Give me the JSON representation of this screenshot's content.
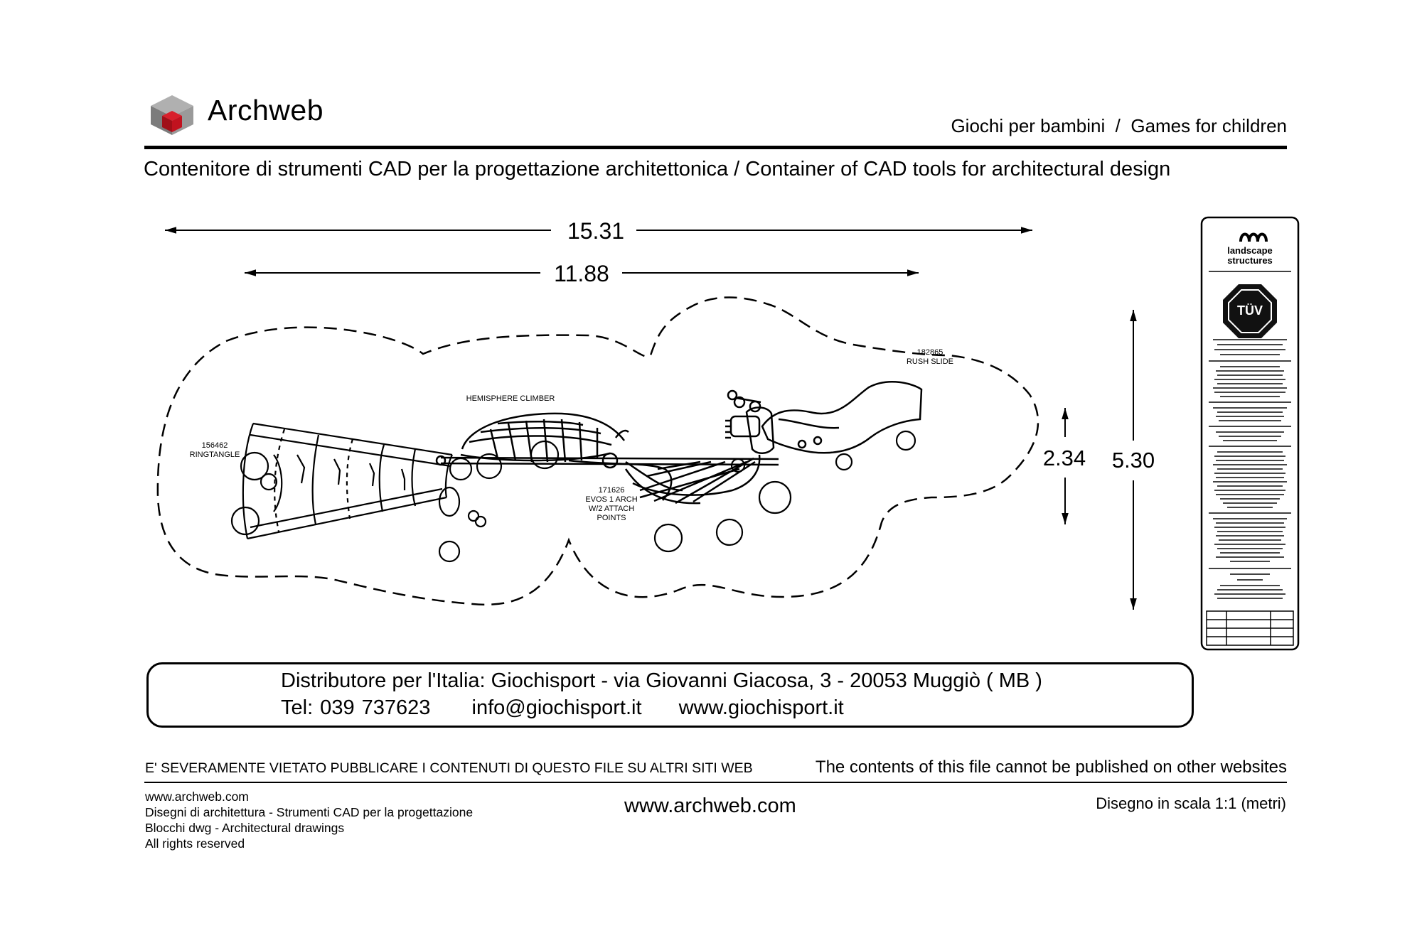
{
  "header": {
    "logo_text": "Archweb",
    "category": "Giochi per bambini  /  Games for children",
    "subtitle": "Contenitore di strumenti CAD per la progettazione architettonica  /  Container of CAD tools for architectural design"
  },
  "drawing": {
    "dimensions": {
      "overall_length": "15.31",
      "equipment_length": "11.88",
      "equipment_width": "2.34",
      "overall_width": "5.30"
    },
    "labels": {
      "ringtangle_code": "156462",
      "ringtangle_name": "RINGTANGLE",
      "hemisphere": "HEMISPHERE CLIMBER",
      "arch_code": "171626",
      "arch_line1": "EVOS 1 ARCH",
      "arch_line2": "W/2 ATTACH",
      "arch_line3": "POINTS",
      "slide_code": "182865",
      "slide_name": "RUSH SLIDE"
    }
  },
  "titleblock": {
    "brand_line1": "landscape",
    "brand_line2": "structures",
    "tuv": "TÜV"
  },
  "distributor": {
    "line1": "Distributore per l'Italia:  Giochisport - via Giovanni Giacosa, 3 - 20053 Muggiò  ( MB )",
    "phone": "Tel: 039 737623",
    "email": "info@giochisport.it",
    "web": "www.giochisport.it"
  },
  "notice": {
    "it": "E' SEVERAMENTE VIETATO PUBBLICARE I CONTENUTI DI QUESTO FILE SU ALTRI SITI WEB",
    "en": "The contents of this file cannot be published on other websites"
  },
  "footer": {
    "site": "www.archweb.com",
    "line2": "Disegni di architettura - Strumenti CAD  per la progettazione",
    "line3": "Blocchi dwg - Architectural drawings",
    "line4": "All rights reserved",
    "center_site": "www.archweb.com",
    "scale": "Disegno in scala 1:1 (metri)"
  },
  "colors": {
    "logo_red": "#c1121f",
    "logo_grey": "#8a8a8a",
    "ink": "#000000"
  }
}
